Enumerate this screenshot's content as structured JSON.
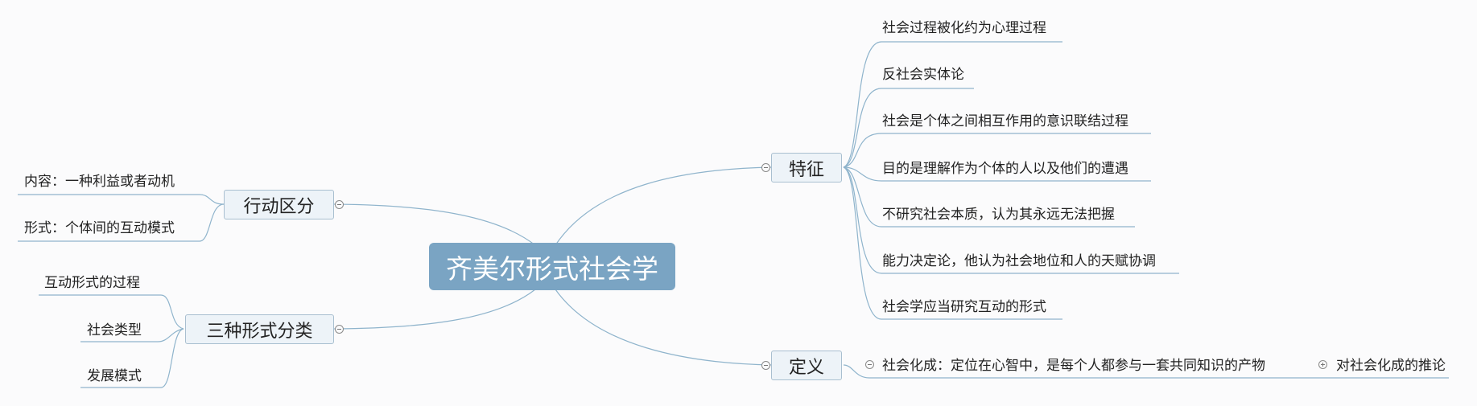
{
  "root": {
    "label": "齐美尔形式社会学"
  },
  "branches": {
    "features": {
      "label": "特征",
      "items": [
        "社会过程被化约为心理过程",
        "反社会实体论",
        "社会是个体之间相互作用的意识联结过程",
        "目的是理解作为个体的人以及他们的遭遇",
        "不研究社会本质，认为其永远无法把握",
        "能力决定论，他认为社会地位和人的天赋协调",
        "社会学应当研究互动的形式"
      ]
    },
    "definition": {
      "label": "定义",
      "item": "社会化成：定位在心智中，是每个人都参与一套共同知识的产物",
      "sub_item": "对社会化成的推论"
    },
    "action": {
      "label": "行动区分",
      "items": [
        "内容：一种利益或者动机",
        "形式：个体间的互动模式"
      ]
    },
    "three_forms": {
      "label": "三种形式分类",
      "items": [
        "互动形式的过程",
        "社会类型",
        "发展模式"
      ]
    }
  },
  "colors": {
    "line": "#8fb4cc",
    "root_fill": "#7aa4c3",
    "node_fill": "#edf3f8",
    "node_border": "#a9bfd0"
  }
}
